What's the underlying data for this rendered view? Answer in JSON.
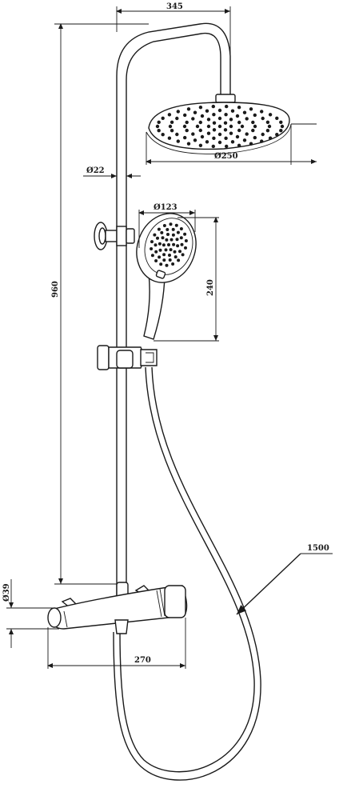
{
  "dimensions": {
    "width_top": "345",
    "height_total": "960",
    "pipe_diameter": "Ø22",
    "head_diameter": "Ø250",
    "hand_diameter": "Ø123",
    "hand_length": "240",
    "mixer_diameter": "Ø39",
    "mixer_width": "270",
    "hose_length": "1500"
  },
  "colors": {
    "line": "#1a1a1a",
    "background": "#ffffff"
  }
}
